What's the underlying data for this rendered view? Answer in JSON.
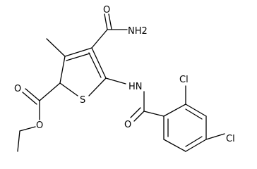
{
  "atom_labels": {
    "amide_nh2": "NH2",
    "amide_o": "O",
    "ring_s": "S",
    "amide_nh": "HN",
    "benzoyl_o": "O",
    "ester_o_carbonyl": "O",
    "ester_o_ether": "O",
    "cl_ortho": "Cl",
    "cl_para": "Cl"
  },
  "colors": {
    "bond": "#000000",
    "label": "#000000",
    "background": "#ffffff"
  }
}
